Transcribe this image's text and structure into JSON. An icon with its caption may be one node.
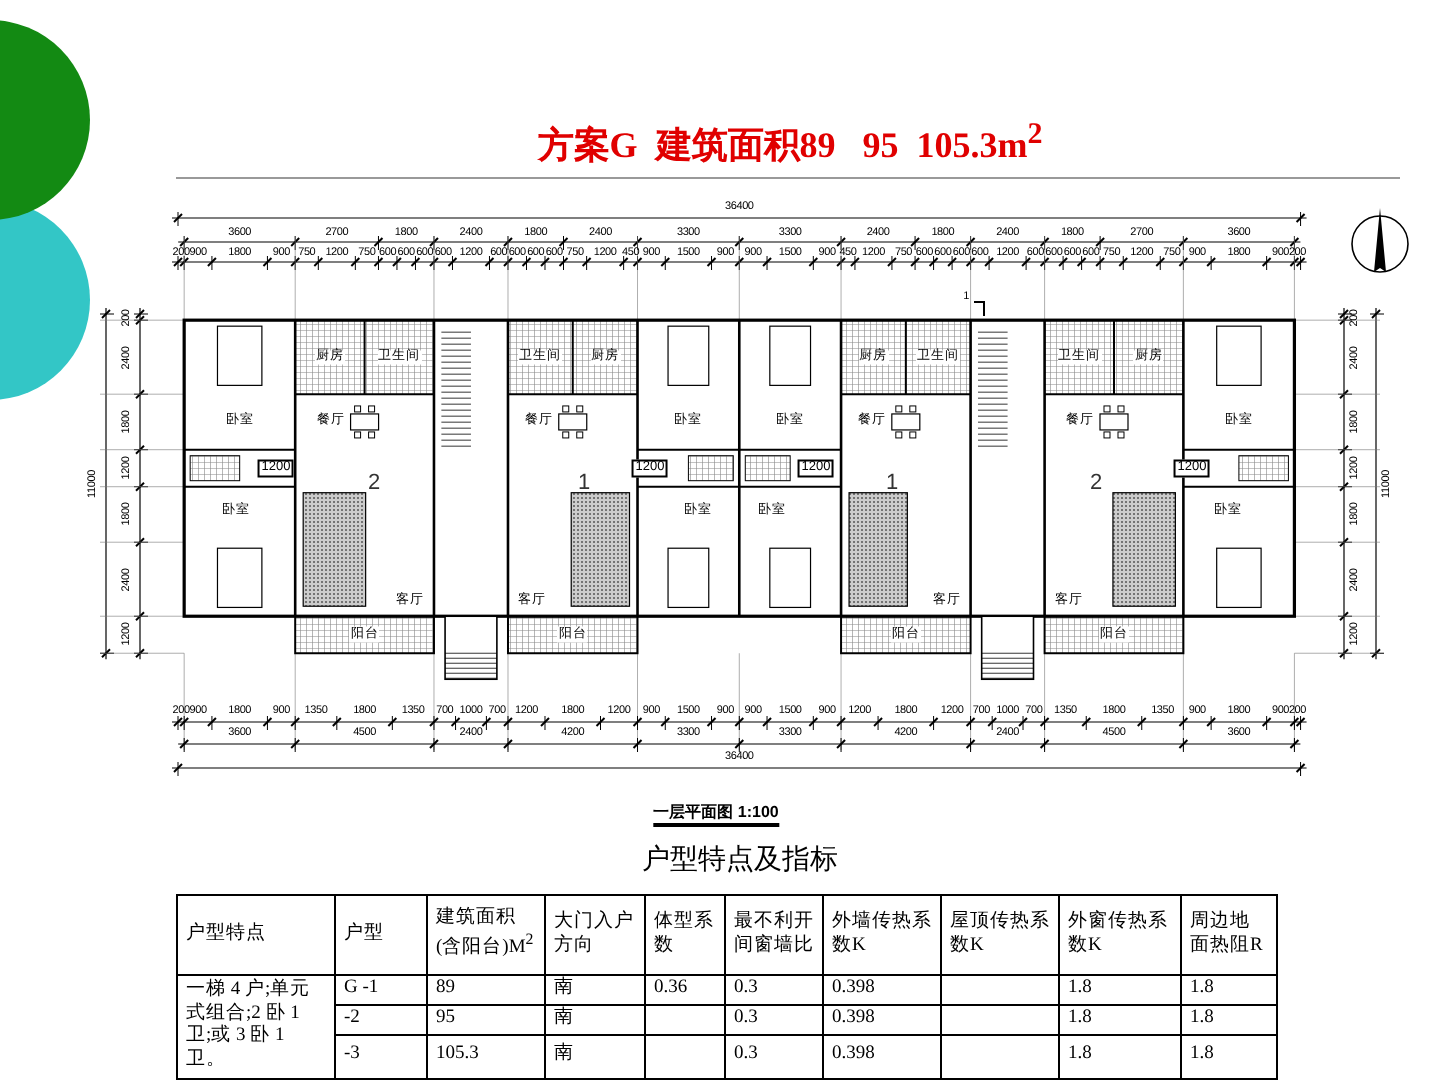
{
  "diagram": {
    "title": "方案G  建筑面积89   95  105.3m$^{2}$",
    "caption": "一层平面图 1:100",
    "labels": [
      "36400",
      "3600",
      "2700",
      "1800",
      "2400",
      "1800",
      "2400",
      "3300",
      "3300",
      "2400",
      "1800",
      "2400",
      "1800",
      "2700",
      "3600",
      "200",
      "900",
      "1800",
      "900",
      "750",
      "1200",
      "750",
      "600",
      "600",
      "600",
      "600",
      "1200",
      "600",
      "600",
      "600",
      "600",
      "750",
      "1200",
      "450",
      "900",
      "1500",
      "900",
      "900",
      "1500",
      "900",
      "450",
      "1200",
      "750",
      "600",
      "600",
      "600",
      "600",
      "1200",
      "600",
      "600",
      "600",
      "600",
      "750",
      "1200",
      "750",
      "900",
      "1800",
      "900",
      "200",
      "200",
      "2400",
      "1800",
      "1200",
      "1800",
      "2400",
      "1200",
      "11000",
      "200",
      "2400",
      "1800",
      "1200",
      "1800",
      "2400",
      "1200",
      "11000",
      "1",
      "厨房",
      "卫生间",
      "卫生间",
      "厨房",
      "厨房",
      "卫生间",
      "卫生间",
      "厨房",
      "卧室",
      "餐厅",
      "餐厅",
      "卧室",
      "卧室",
      "餐厅",
      "餐厅",
      "卧室",
      "1200",
      "1200",
      "1200",
      "1200",
      "2",
      "1",
      "1",
      "2",
      "卧室",
      "卧室",
      "卧室",
      "卧室",
      "客厅",
      "客厅",
      "客厅",
      "客厅",
      "阳台",
      "阳台",
      "阳台",
      "阳台",
      "200",
      "900",
      "1800",
      "900",
      "1350",
      "1800",
      "1350",
      "700",
      "1000",
      "700",
      "1200",
      "1800",
      "1200",
      "900",
      "1500",
      "900",
      "900",
      "1500",
      "900",
      "1200",
      "1800",
      "1200",
      "700",
      "1000",
      "700",
      "1350",
      "1800",
      "1350",
      "900",
      "1800",
      "900",
      "200",
      "3600",
      "4500",
      "2400",
      "4200",
      "3300",
      "3300",
      "4200",
      "2400",
      "4500",
      "3600",
      "36400",
      "户型特点及指标",
      "户型特点",
      "户型",
      "建筑面积(含阳台)M$^{2}$",
      "大门入户方向",
      "体型系数",
      "最不利开间窗墙比",
      "外墙传热系数K",
      "屋顶传热系数K",
      "外窗传热系数K",
      "周边地面热阻R",
      "一梯 4 户;单元式组合;2 卧 1 卫;或 3 卧 1 卫。",
      "G -1",
      "89",
      "南",
      "0.36",
      "0.3",
      "0.398",
      "1.8",
      "1.8",
      "-2",
      "95",
      "南",
      "0.3",
      "0.398",
      "1.8",
      "1.8",
      "-3",
      "105.3",
      "南",
      "0.3",
      "0.398",
      "1.8",
      "1.8"
    ]
  }
}
